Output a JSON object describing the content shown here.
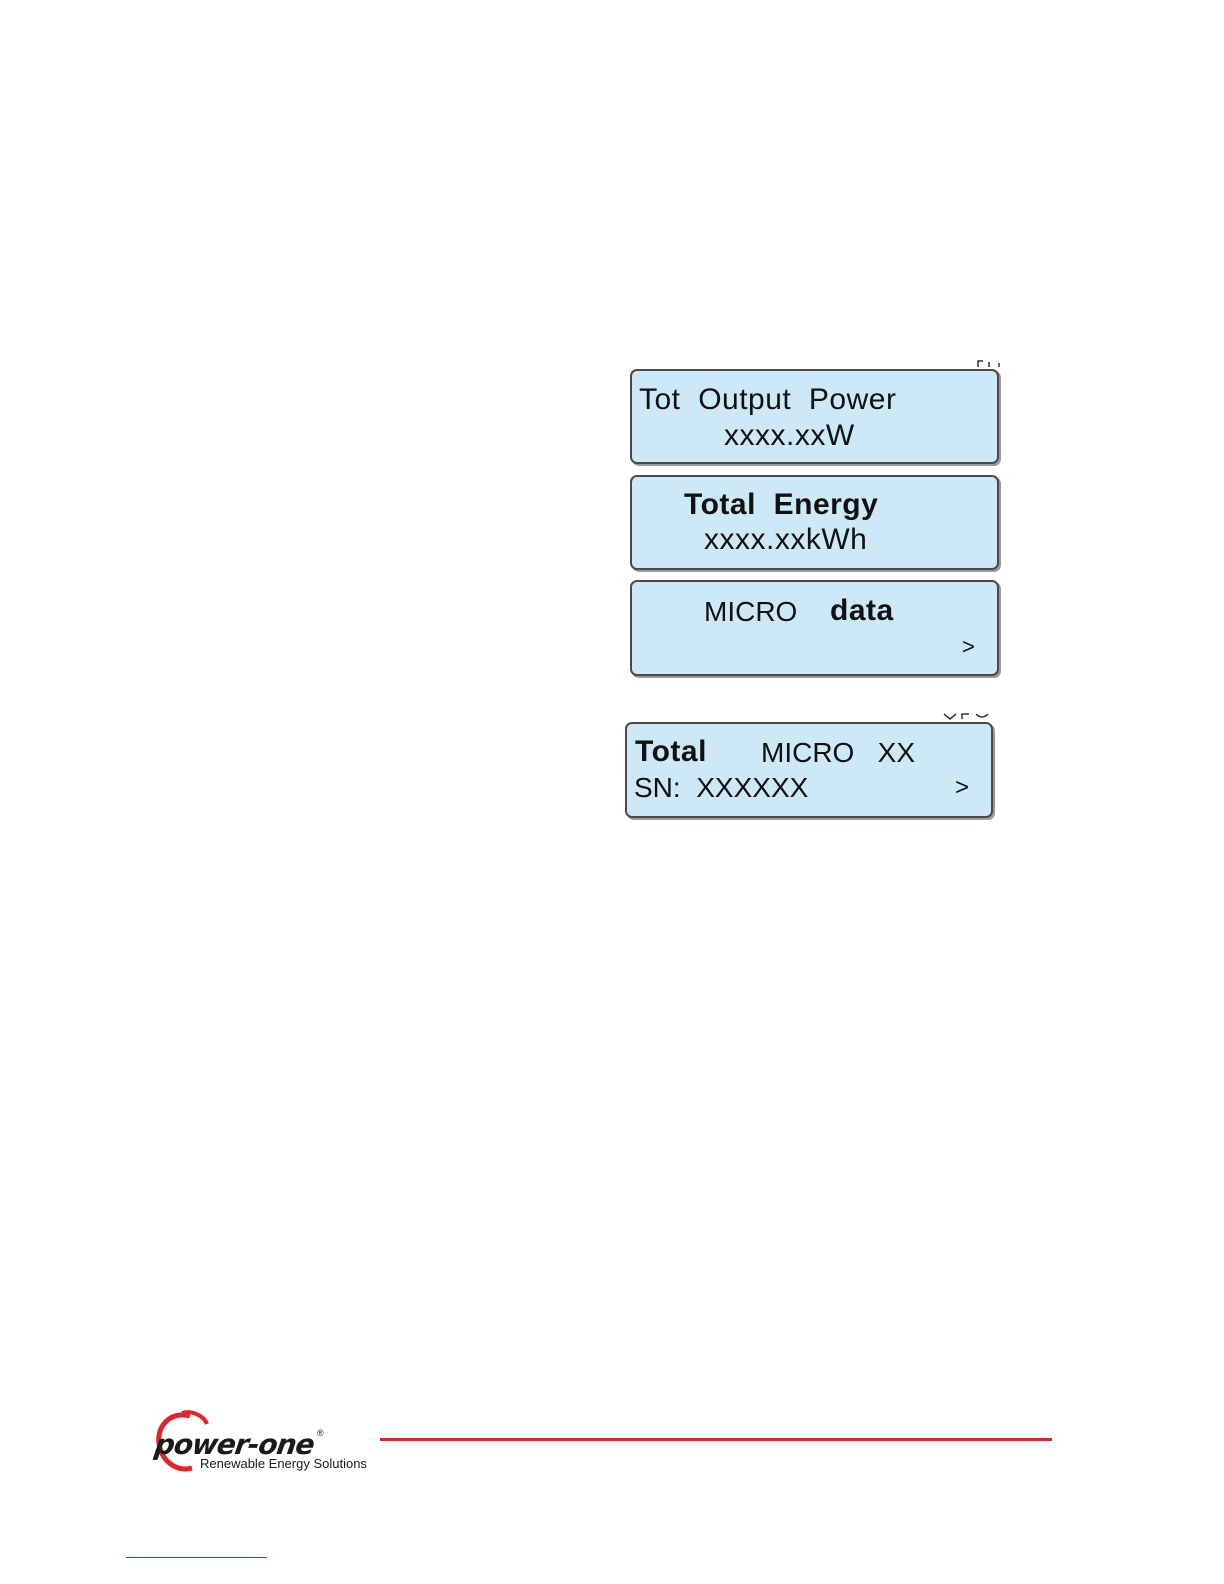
{
  "panels": {
    "power": {
      "line1": "Tot  Output  Power",
      "line2": "xxxx.xxW"
    },
    "energy": {
      "line1": "Total  Energy",
      "line2": "xxxx.xxkWh"
    },
    "micro": {
      "line1_a": "MICRO",
      "line1_b": "data",
      "arrow": ">"
    },
    "total_micro": {
      "line1_a": "Total",
      "line1_b": "MICRO   XX",
      "line2": "SN:  XXXXXX",
      "arrow": ">"
    }
  },
  "logo": {
    "wordmark": "power-one",
    "registered": "®",
    "tagline": "Renewable Energy Solutions"
  },
  "colors": {
    "lcd_background": "#cde8f7",
    "brand_red": "#e0242a",
    "link_blue": "#2050c0"
  }
}
